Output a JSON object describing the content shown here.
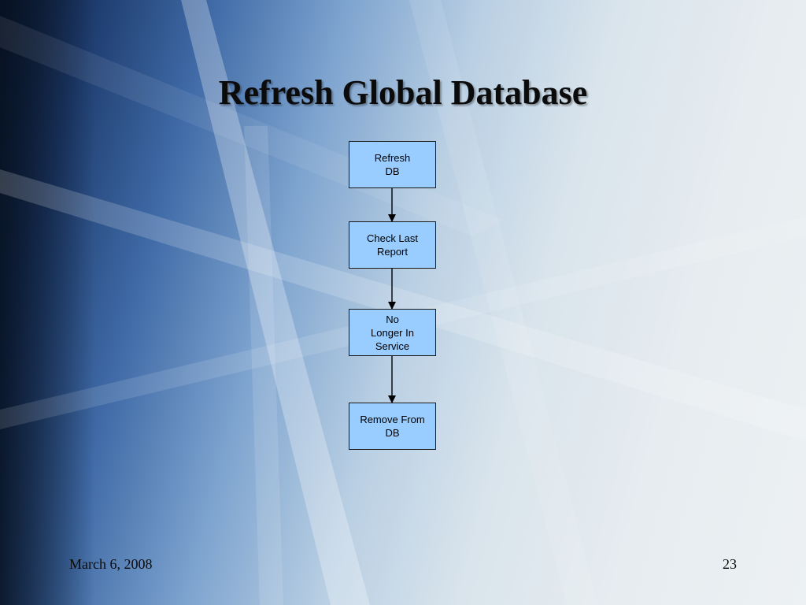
{
  "slide": {
    "title": "Refresh Global Database",
    "date": "March 6, 2008",
    "page_number": "23"
  },
  "flowchart": {
    "nodes": [
      {
        "id": "refresh-db",
        "label": "Refresh\nDB"
      },
      {
        "id": "check-last-report",
        "label": "Check Last\nReport"
      },
      {
        "id": "no-longer-in-service",
        "label": "No\nLonger In\nService"
      },
      {
        "id": "remove-from-db",
        "label": "Remove From\nDB"
      }
    ],
    "edges": [
      {
        "from": "refresh-db",
        "to": "check-last-report"
      },
      {
        "from": "check-last-report",
        "to": "no-longer-in-service"
      },
      {
        "from": "no-longer-in-service",
        "to": "remove-from-db"
      }
    ]
  },
  "colors": {
    "node_fill": "#99ccff",
    "node_border": "#1a1a1a",
    "title_text": "#0b0b0b"
  }
}
